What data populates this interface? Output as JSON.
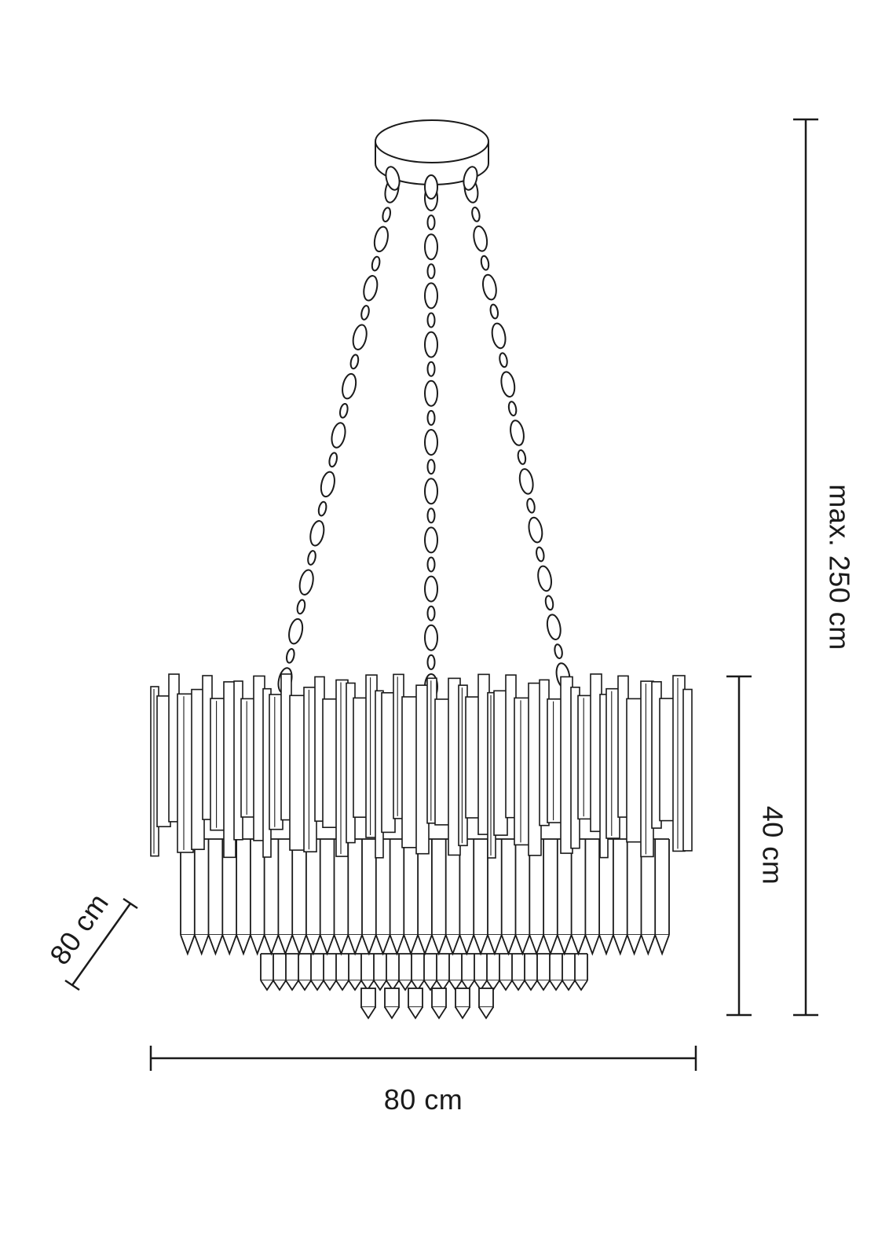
{
  "page": {
    "background": "#ffffff",
    "line_color": "#1a1a1a",
    "alt": "Chandelier dimensional line drawing"
  },
  "diagram": {
    "labels": {
      "max_height": "max. 250 cm",
      "fixture_height": "40 cm",
      "width": "80 cm",
      "depth": "80 cm"
    }
  }
}
